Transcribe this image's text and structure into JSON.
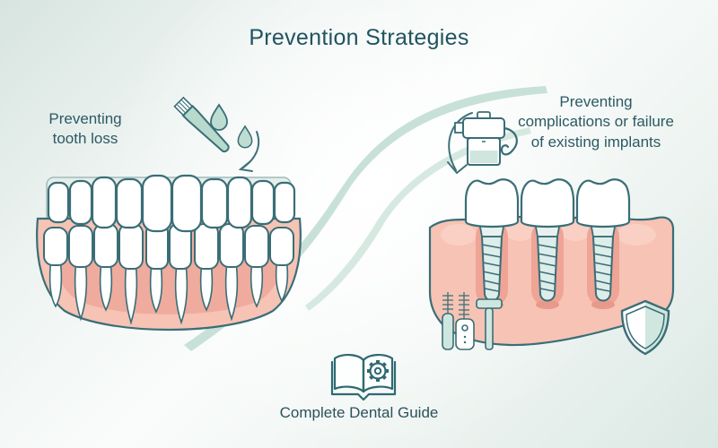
{
  "title": "Prevention Strategies",
  "sections": {
    "left": {
      "line1": "Preventing",
      "line2": "tooth loss"
    },
    "right": {
      "line1": "Preventing",
      "line2": "complications or failure",
      "line3": "of existing implants"
    }
  },
  "footer": {
    "label": "Complete Dental Guide"
  },
  "icons": {
    "toothbrush": "toothbrush-icon",
    "water_drops": "water-drops-icon",
    "arrow_left": "curved-arrow-down-icon",
    "irrigator": "oral-irrigator-icon",
    "arrow_right": "curved-arrow-down-icon",
    "interdental_brush": "interdental-brush-icon",
    "brush_handle": "electric-brush-handle-icon",
    "mirror": "dental-mirror-icon",
    "shield": "shield-icon",
    "book": "open-book-gear-icon"
  },
  "colors": {
    "heading_text": "#21545f",
    "body_text": "#2c5a64",
    "outline": "#3a6e77",
    "accent_green": "#b7dacd",
    "swoosh": "#c8e1d8",
    "gum_pink": "#f6c3b5",
    "gum_pink_dark": "#efab9d",
    "tooth_white": "#ffffff",
    "implant_fill": "#dcedea",
    "background_edge": "#d9e6e2"
  }
}
